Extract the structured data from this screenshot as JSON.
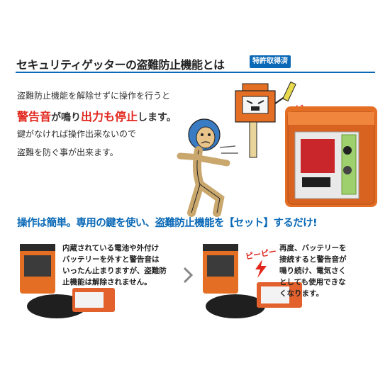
{
  "header": {
    "title": "セキュリティゲッターの盗難防止機能とは",
    "badge": "特許取得済"
  },
  "intro": {
    "line1": "盗難防止機能を解除せずに操作を行うと",
    "line2_part1": "警告音",
    "line2_part2": "が鳴り",
    "line2_part3": "出力も停止",
    "line2_part4": "します。",
    "line3": "鍵がなければ操作出来ないので",
    "line4": "盗難を防ぐ事が出来ます。"
  },
  "headline": "操作は簡単。専用の鍵を使い、盗難防止機能を【セット】するだけ!",
  "left_caption": {
    "lines": [
      "内蔵されている電池や外付け",
      "バッテリーを外すと警告音は",
      "いったん止まりますが、盗難防",
      "止機能は解除されません。"
    ]
  },
  "right_caption": {
    "lines": [
      "再度、バッテリーを",
      "接続すると警告音が",
      "鳴り続け、電気さく",
      "としても使用できな",
      "くなります。"
    ]
  },
  "sound_effect": "ピーピー",
  "colors": {
    "accent_blue": "#0a69b7",
    "alert_red": "#e1251b",
    "device_orange": "#e46f24"
  }
}
